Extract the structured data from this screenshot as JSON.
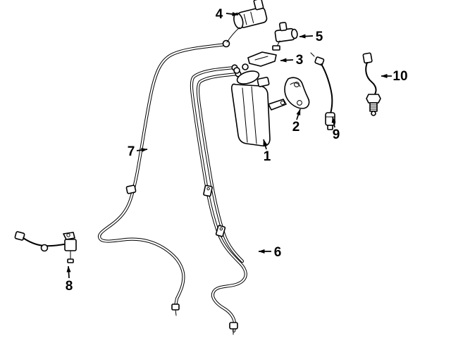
{
  "diagram": {
    "background_color": "#ffffff",
    "line_color": "#000000",
    "callouts": [
      {
        "label": "1"
      },
      {
        "label": "2"
      },
      {
        "label": "3"
      },
      {
        "label": "4"
      },
      {
        "label": "5"
      },
      {
        "label": "6"
      },
      {
        "label": "7"
      },
      {
        "label": "8"
      },
      {
        "label": "9"
      },
      {
        "label": "10"
      }
    ]
  }
}
